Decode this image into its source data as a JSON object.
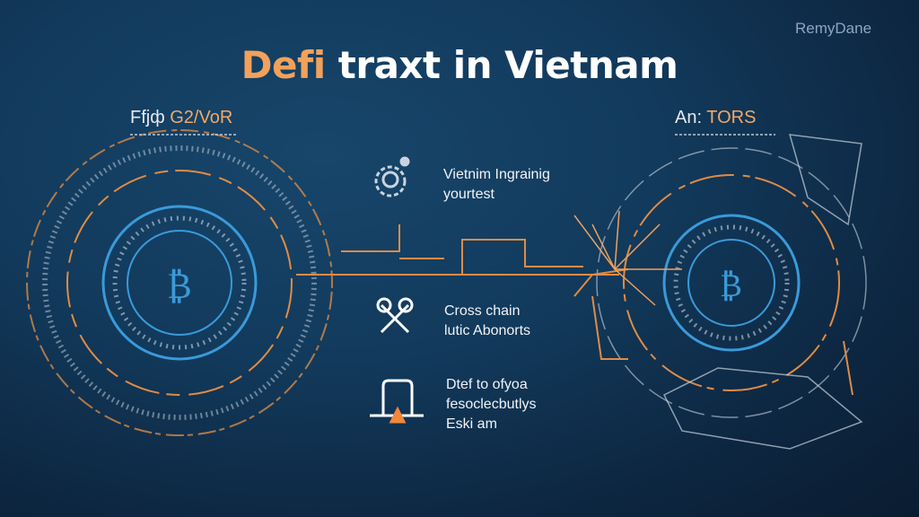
{
  "brand": "RemyDane",
  "title": {
    "accent": "Defi",
    "rest": " traxt in Vietnam"
  },
  "left_label": {
    "a": "Ffjф",
    "b": "G2/VoR"
  },
  "right_label": {
    "a": "An:",
    "b": "TORS"
  },
  "features": [
    {
      "icon": "gear-bulb-icon",
      "lines": [
        "Vietnim Ingrainig",
        "yourtest"
      ]
    },
    {
      "icon": "cross-chain-icon",
      "lines": [
        "Cross chain",
        "lutic Abonorts"
      ]
    },
    {
      "icon": "gateway-icon",
      "lines": [
        "Dtef to ofyoa",
        "fesoclecbutlys",
        "Eski am"
      ]
    }
  ],
  "colors": {
    "accent": "#f2a15b",
    "blue": "#3a9ad9",
    "bg": "#123a5c"
  }
}
